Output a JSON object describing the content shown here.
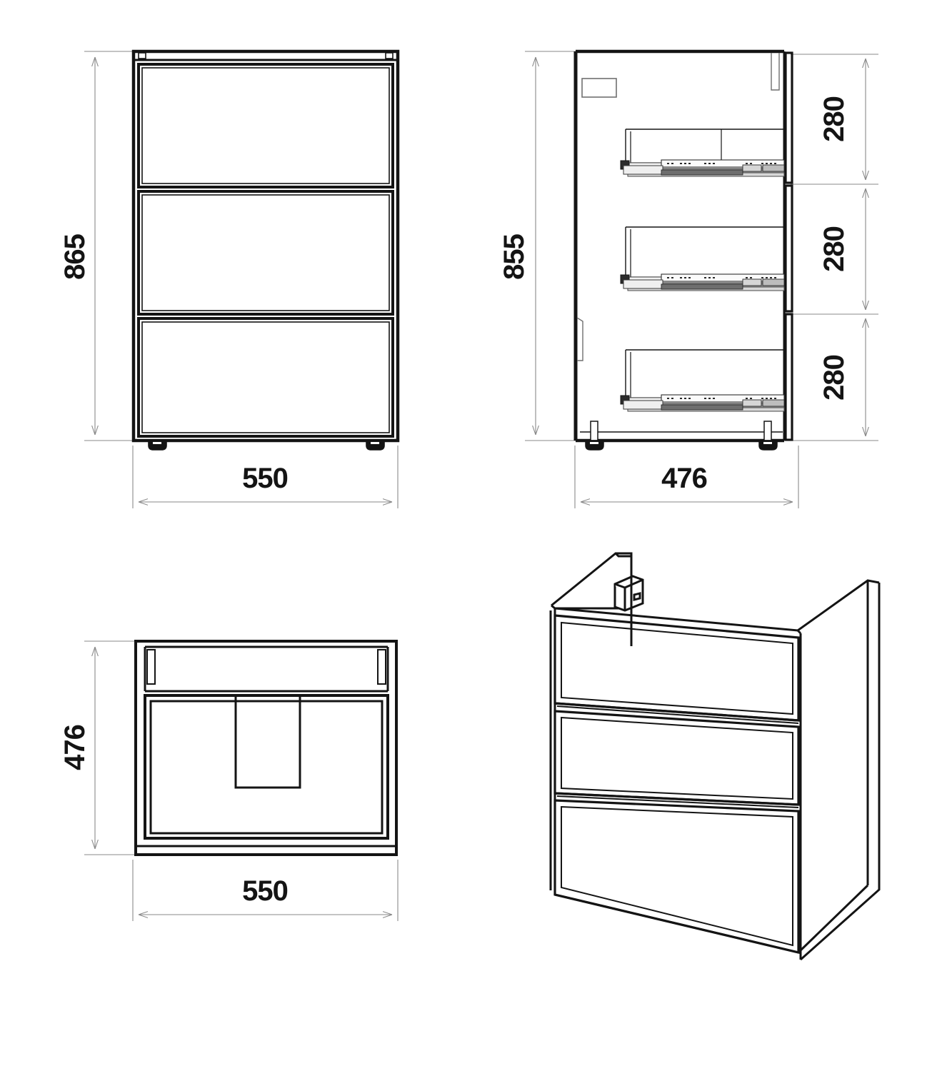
{
  "drawing": {
    "kind": "technical-drawing",
    "subject": "three-drawer vanity cabinet",
    "units": "mm",
    "line_color": "#141414",
    "dimension_line_color": "#8a8a8a",
    "background": "#ffffff"
  },
  "views": {
    "front": {
      "name": "front-elevation",
      "drawers": 3,
      "dimensions": {
        "height": {
          "value": "865",
          "label": "865",
          "orientation": "vertical",
          "position": "left"
        },
        "width": {
          "value": "550",
          "label": "550",
          "orientation": "horizontal",
          "position": "below"
        }
      }
    },
    "side": {
      "name": "side-section",
      "drawers": 3,
      "dimensions": {
        "height": {
          "value": "855",
          "label": "855",
          "orientation": "vertical",
          "position": "left"
        },
        "depth": {
          "value": "476",
          "label": "476",
          "orientation": "horizontal",
          "position": "below"
        },
        "drawer_heights": [
          {
            "value": "280",
            "label": "280",
            "orientation": "vertical",
            "position": "right",
            "index": 1
          },
          {
            "value": "280",
            "label": "280",
            "orientation": "vertical",
            "position": "right",
            "index": 2
          },
          {
            "value": "280",
            "label": "280",
            "orientation": "vertical",
            "position": "right",
            "index": 3
          }
        ]
      }
    },
    "top": {
      "name": "top-plan",
      "dimensions": {
        "depth": {
          "value": "476",
          "label": "476",
          "orientation": "vertical",
          "position": "left"
        },
        "width": {
          "value": "550",
          "label": "550",
          "orientation": "horizontal",
          "position": "below"
        }
      }
    },
    "isometric": {
      "name": "isometric-view",
      "drawers": 3,
      "dimensions": {}
    }
  },
  "labels": {
    "front_height": "865",
    "front_width": "550",
    "side_height": "855",
    "side_depth": "476",
    "side_drawer_1": "280",
    "side_drawer_2": "280",
    "side_drawer_3": "280",
    "top_depth": "476",
    "top_width": "550"
  }
}
